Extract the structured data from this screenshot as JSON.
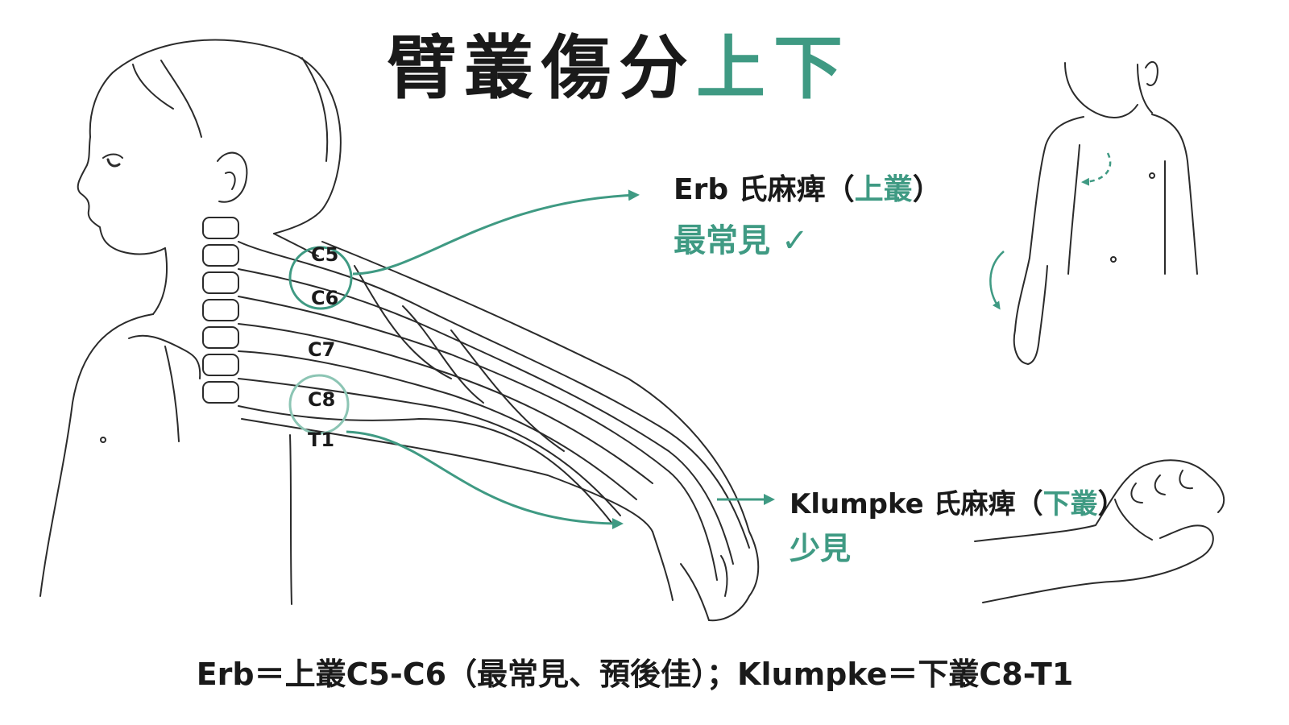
{
  "title": {
    "main": "臂叢傷分",
    "accent": "上下"
  },
  "nerve_labels": {
    "c5": "C5",
    "c6": "C6",
    "c7": "C7",
    "c8": "C8",
    "t1": "T1"
  },
  "erb": {
    "name": "Erb 氏麻痺",
    "paren_open": "（",
    "paren_accent": "上叢",
    "paren_close": "）",
    "frequency": "最常見"
  },
  "klumpke": {
    "name": "Klumpke 氏麻痺",
    "paren_open": "（",
    "paren_accent": "下叢",
    "paren_close": "）",
    "frequency": "少見"
  },
  "summary": "Erb＝上叢C5-C6（最常見、預後佳）；Klumpke＝下叢C8-T1",
  "icons": {
    "check": "check-icon"
  },
  "colors": {
    "accent": "#3f9a83",
    "line": "#2b2b2b"
  }
}
